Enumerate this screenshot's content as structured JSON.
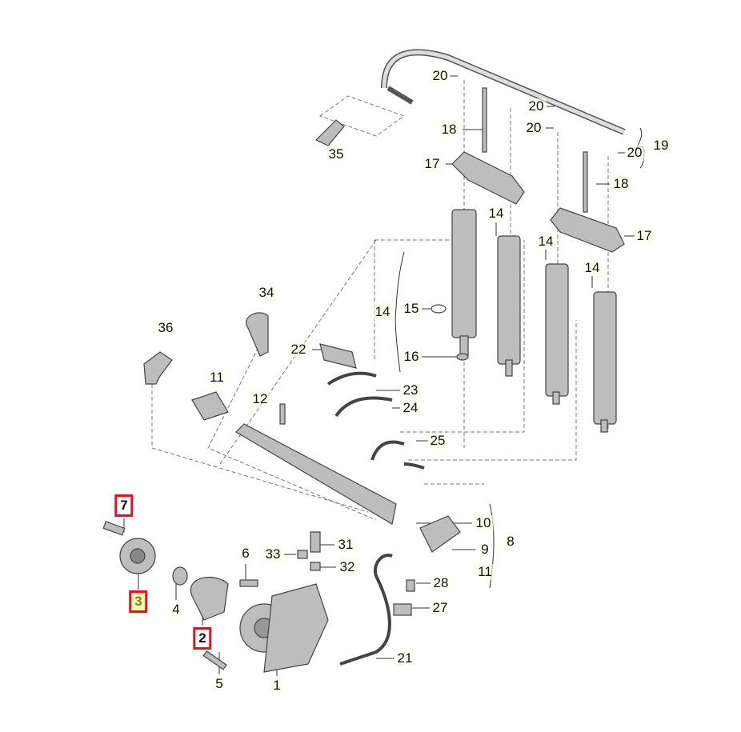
{
  "diagram": {
    "title": "High-pressure fuel pump / injection system exploded view",
    "highlight_color": "#e0141e",
    "labels": {
      "l20a": "20",
      "l20b": "20",
      "l20c": "20",
      "l20d": "20",
      "l19": "19",
      "l35": "35",
      "l18a": "18",
      "l17a": "17",
      "l18b": "18",
      "l17b": "17",
      "l14a": "14",
      "l14b": "14",
      "l14c": "14",
      "l14d": "14",
      "l15": "15",
      "l16": "16",
      "l34": "34",
      "l36": "36",
      "l22": "22",
      "l11a": "11",
      "l12": "12",
      "l23": "23",
      "l24": "24",
      "l25": "25",
      "l7": "7",
      "l3": "3",
      "l2": "2",
      "l10": "10",
      "l9": "9",
      "l11b": "11",
      "l8": "8",
      "l31": "31",
      "l33": "33",
      "l32": "32",
      "l6": "6",
      "l4": "4",
      "l5": "5",
      "l1": "1",
      "l28": "28",
      "l27": "27",
      "l21": "21"
    }
  }
}
